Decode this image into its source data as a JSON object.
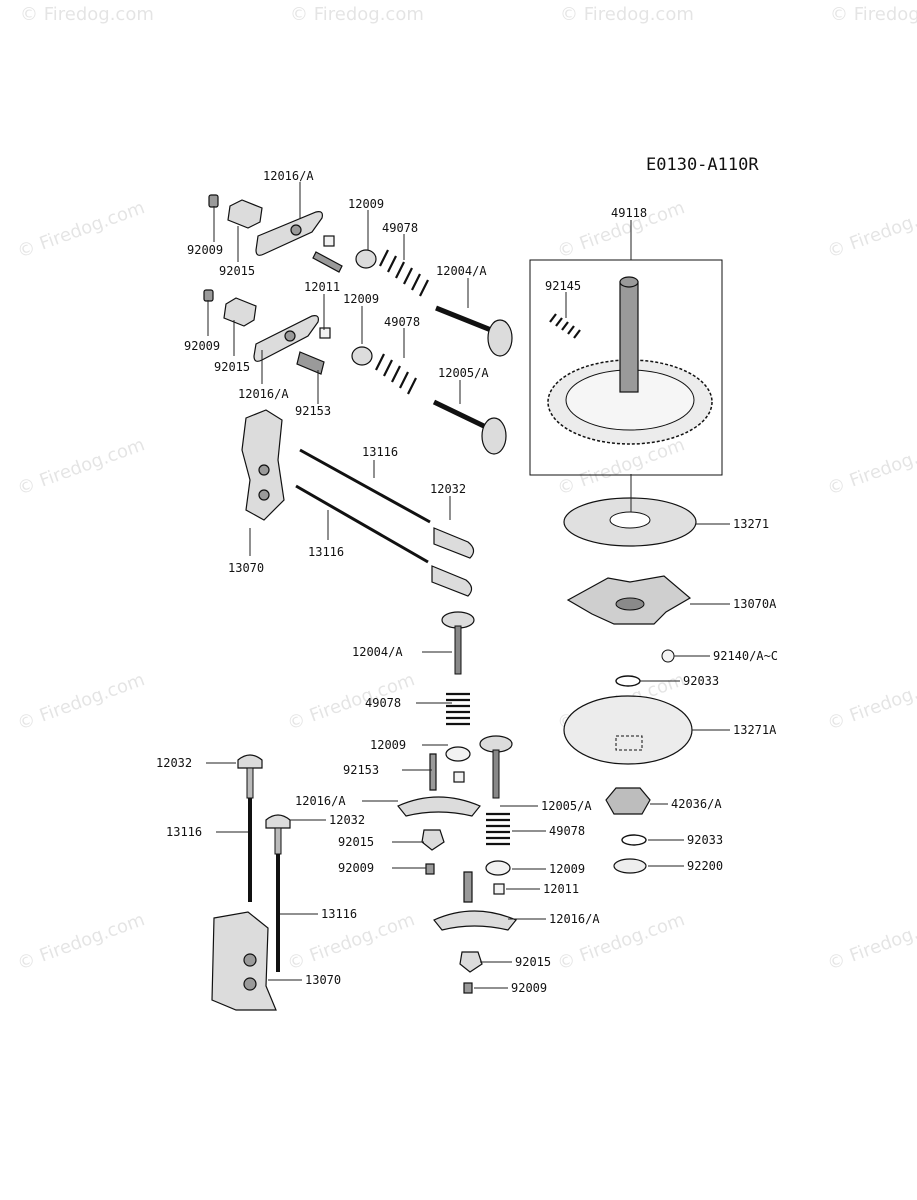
{
  "diagram_code": "E0130-A110R",
  "watermark": "© Firedog.com",
  "labels": {
    "p12016A_top": "12016/A",
    "p12009_top": "12009",
    "p49078_top": "49078",
    "p92009_1": "92009",
    "p92015_1": "92015",
    "p12011_top": "12011",
    "p12004A_top": "12004/A",
    "p12009_mid": "12009",
    "p49078_mid": "49078",
    "p92009_2": "92009",
    "p92015_2": "92015",
    "p12016A_2": "12016/A",
    "p92153_top": "92153",
    "p12005A_top": "12005/A",
    "p49118": "49118",
    "p92145": "92145",
    "p13116_a": "13116",
    "p12032_a": "12032",
    "p13116_b": "13116",
    "p13070_a": "13070",
    "p13271": "13271",
    "p13070A": "13070A",
    "p92140": "92140/A~C",
    "p92033_a": "92033",
    "p12004A_low": "12004/A",
    "p49078_low": "49078",
    "p13271A": "13271A",
    "p12009_low": "12009",
    "p92153_low": "92153",
    "p12005A_low": "12005/A",
    "p12032_left": "12032",
    "p42036A": "42036/A",
    "p12016A_low": "12016/A",
    "p13116_left": "13116",
    "p12032_low": "12032",
    "p92015_low": "92015",
    "p49078_low2": "49078",
    "p92033_b": "92033",
    "p92009_low": "92009",
    "p12009_low2": "12009",
    "p92200": "92200",
    "p12011_low": "12011",
    "p13116_low": "13116",
    "p12016A_low2": "12016/A",
    "p13070_low": "13070",
    "p92015_low2": "92015",
    "p92009_low2": "92009"
  }
}
